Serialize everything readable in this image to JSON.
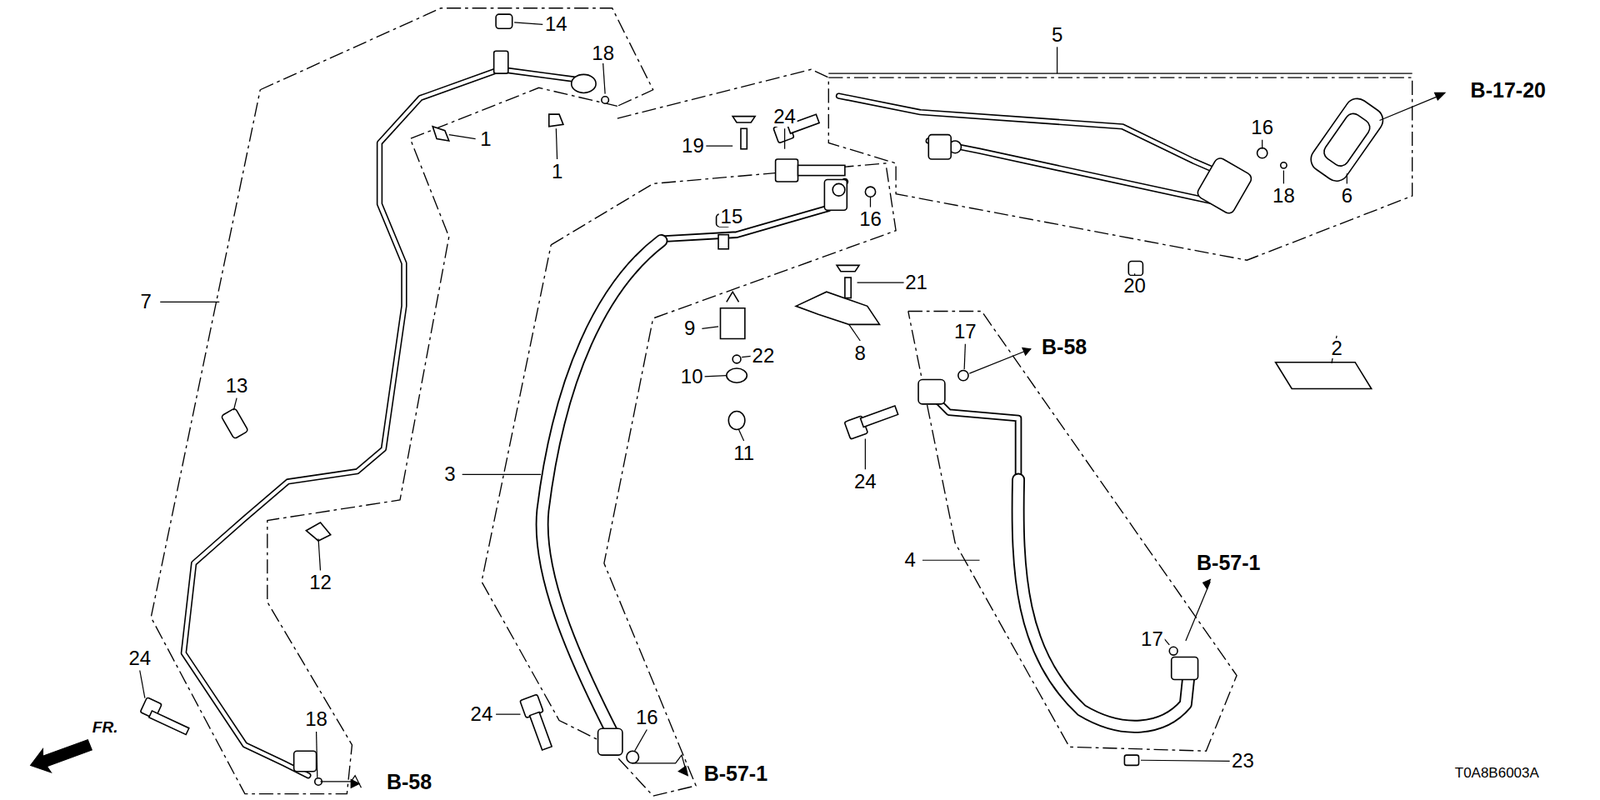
{
  "diagram": {
    "labels": [
      "14",
      "18",
      "5",
      "B-17-20",
      "1",
      "24",
      "19",
      "16",
      "1",
      "15",
      "16",
      "7",
      "18",
      "6",
      "21",
      "20",
      "2",
      "9",
      "8",
      "17",
      "B-58",
      "22",
      "10",
      "13",
      "11",
      "24",
      "3",
      "4",
      "B-57-1",
      "12",
      "17",
      "24",
      "FR.",
      "24",
      "16",
      "18",
      "23",
      "B-58",
      "B-57-1",
      "T0A8B6003A"
    ]
  }
}
